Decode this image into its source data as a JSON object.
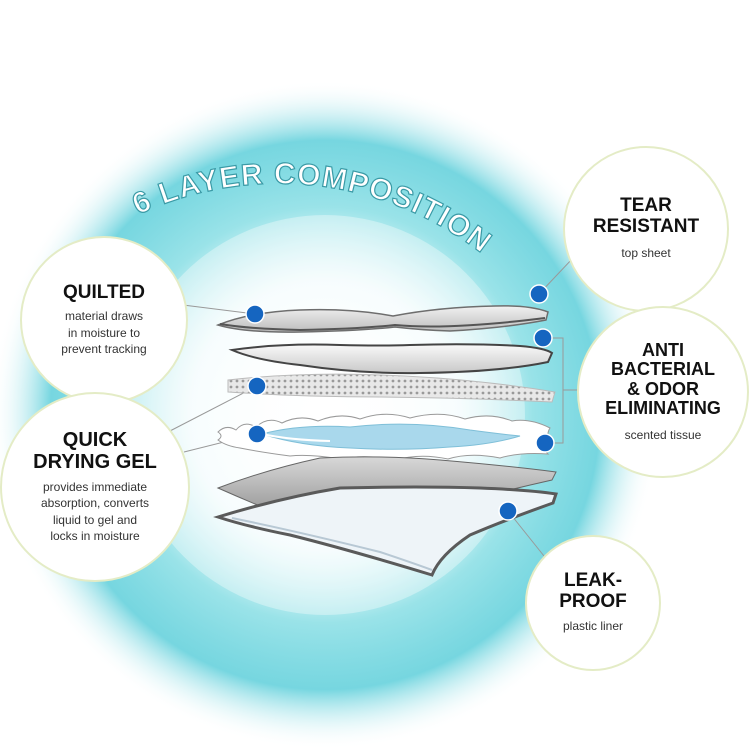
{
  "diagram": {
    "title": "6 LAYER COMPOSITION",
    "accent_color": "#1565c0",
    "glow_color": "#5fd3dd",
    "callouts": [
      {
        "heading": "TEAR\nRESISTANT",
        "description": "top sheet"
      },
      {
        "heading": "ANTI\nBACTERIAL\n& ODOR\nELIMINATING",
        "description": "scented tissue"
      },
      {
        "heading": "LEAK-\nPROOF",
        "description": "plastic liner"
      },
      {
        "heading": "QUILTED",
        "description": "material draws\nin moisture to\nprevent tracking"
      },
      {
        "heading": "QUICK\nDRYING GEL",
        "description": "provides immediate\nabsorption, converts\nliquid to gel and\nlocks in moisture"
      }
    ]
  }
}
